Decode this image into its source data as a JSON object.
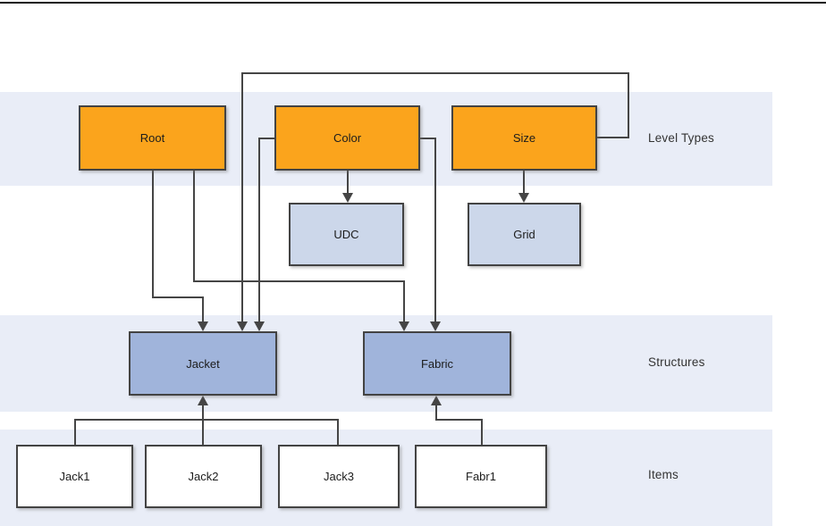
{
  "diagram": {
    "rows": [
      {
        "label": "Level Types"
      },
      {
        "label": "Structures"
      },
      {
        "label": "Items"
      }
    ],
    "nodes": {
      "root": {
        "label": "Root",
        "row": "Level Types"
      },
      "color": {
        "label": "Color",
        "row": "Level Types"
      },
      "size": {
        "label": "Size",
        "row": "Level Types"
      },
      "udc": {
        "label": "UDC",
        "row": ""
      },
      "grid": {
        "label": "Grid",
        "row": ""
      },
      "jacket": {
        "label": "Jacket",
        "row": "Structures"
      },
      "fabric": {
        "label": "Fabric",
        "row": "Structures"
      },
      "jack1": {
        "label": "Jack1",
        "row": "Items"
      },
      "jack2": {
        "label": "Jack2",
        "row": "Items"
      },
      "jack3": {
        "label": "Jack3",
        "row": "Items"
      },
      "fabr1": {
        "label": "Fabr1",
        "row": "Items"
      }
    },
    "edges": [
      {
        "from": "Root",
        "to": "Jacket"
      },
      {
        "from": "Root",
        "to": "Fabric"
      },
      {
        "from": "Size",
        "to": "Jacket"
      },
      {
        "from": "Color",
        "to": "Jacket"
      },
      {
        "from": "Color",
        "to": "Fabric"
      },
      {
        "from": "Color",
        "to": "UDC"
      },
      {
        "from": "Size",
        "to": "Grid"
      },
      {
        "from": "Jack1",
        "to": "Jacket"
      },
      {
        "from": "Jack2",
        "to": "Jacket"
      },
      {
        "from": "Jack3",
        "to": "Jacket"
      },
      {
        "from": "Fabr1",
        "to": "Fabric"
      }
    ],
    "colors": {
      "level_type_fill": "#fba41c",
      "udc_grid_fill": "#ccd7ea",
      "structure_fill": "#a0b4db",
      "item_fill": "#ffffff",
      "band_fill": "#e9edf7",
      "node_border": "#434343",
      "connector": "#454545",
      "top_rule": "#111111"
    }
  }
}
